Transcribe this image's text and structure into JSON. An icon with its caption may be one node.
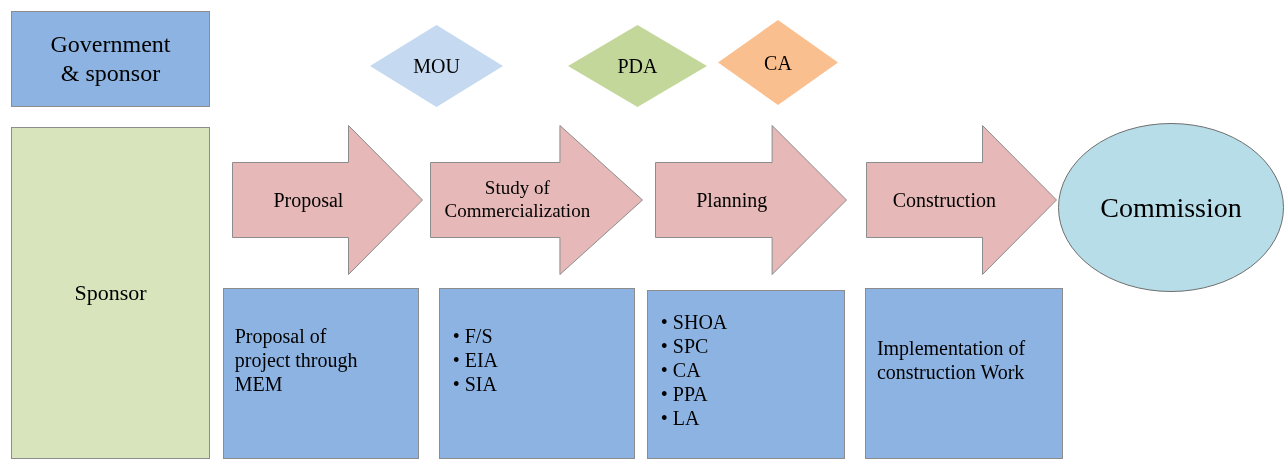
{
  "diagram": {
    "nodes": [
      {
        "text": [
          "Government & sponsor"
        ]
      },
      {
        "text": [
          "Sponsor"
        ]
      },
      {
        "text": [
          "MOU"
        ]
      },
      {
        "text": [
          "PDA"
        ]
      },
      {
        "text": [
          "CA"
        ]
      },
      {
        "text": [
          "Proposal"
        ]
      },
      {
        "text": [
          "Study of Commercialization"
        ]
      },
      {
        "text": [
          "Planning"
        ]
      },
      {
        "text": [
          "Construction"
        ]
      },
      {
        "text": [
          "Commission"
        ]
      },
      {
        "text": [
          "Proposal of project through MEM"
        ]
      },
      {
        "text": [
          "• F/S",
          "• EIA",
          "• SIA"
        ]
      },
      {
        "text": [
          "• SHOA",
          "• SPC",
          "• CA",
          "• PPA",
          "• LA"
        ]
      },
      {
        "text": [
          "Implementation of construction Work"
        ]
      }
    ]
  }
}
